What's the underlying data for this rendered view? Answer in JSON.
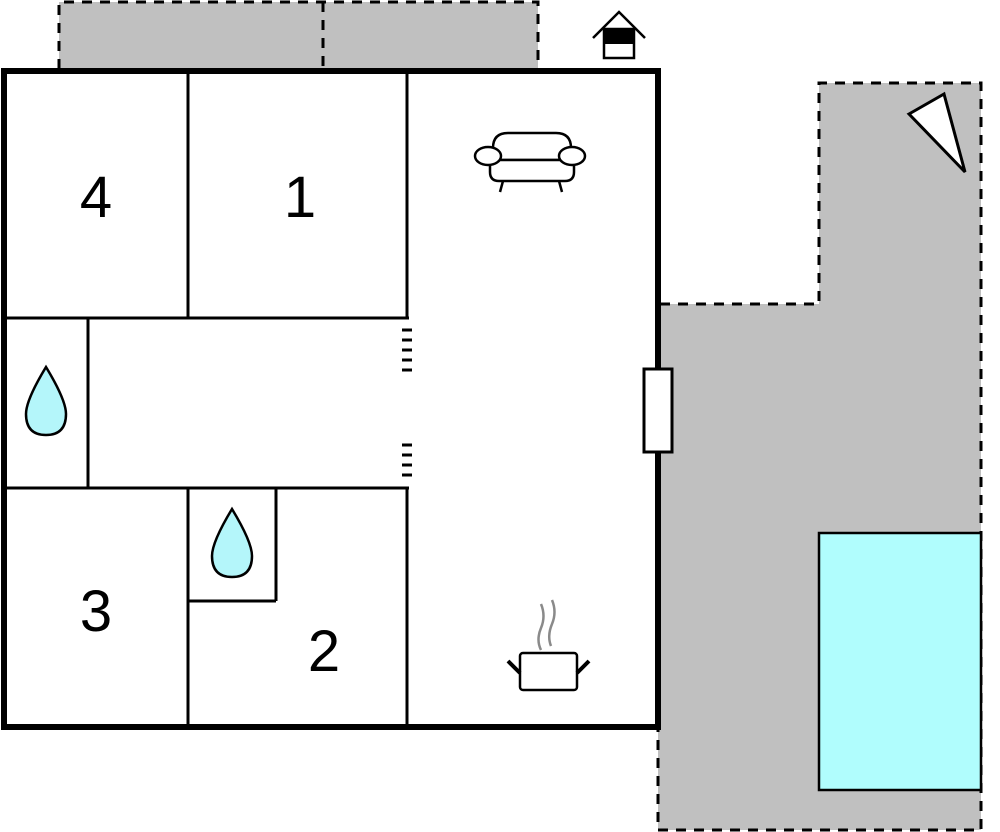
{
  "floorplan": {
    "colors": {
      "terrace": "#c0c0c0",
      "pool": "#b0fdfd",
      "water": "#b4f6fa",
      "wall": "#000000",
      "floor": "#ffffff",
      "steam": "#8a8a8a"
    },
    "rooms": [
      {
        "id": "room-4",
        "label": "4"
      },
      {
        "id": "room-1",
        "label": "1"
      },
      {
        "id": "room-3",
        "label": "3"
      },
      {
        "id": "room-2",
        "label": "2"
      }
    ],
    "icons": [
      {
        "name": "entrance-house-icon"
      },
      {
        "name": "sofa-icon",
        "room": "living-room"
      },
      {
        "name": "cooking-pot-icon",
        "room": "kitchen"
      },
      {
        "name": "water-drop-icon",
        "room": "bathroom-1"
      },
      {
        "name": "water-drop-icon",
        "room": "bathroom-2"
      },
      {
        "name": "compass-north-icon"
      }
    ],
    "areas": [
      "top-terrace",
      "side-terrace",
      "swimming-pool",
      "hallway",
      "living-area"
    ]
  }
}
